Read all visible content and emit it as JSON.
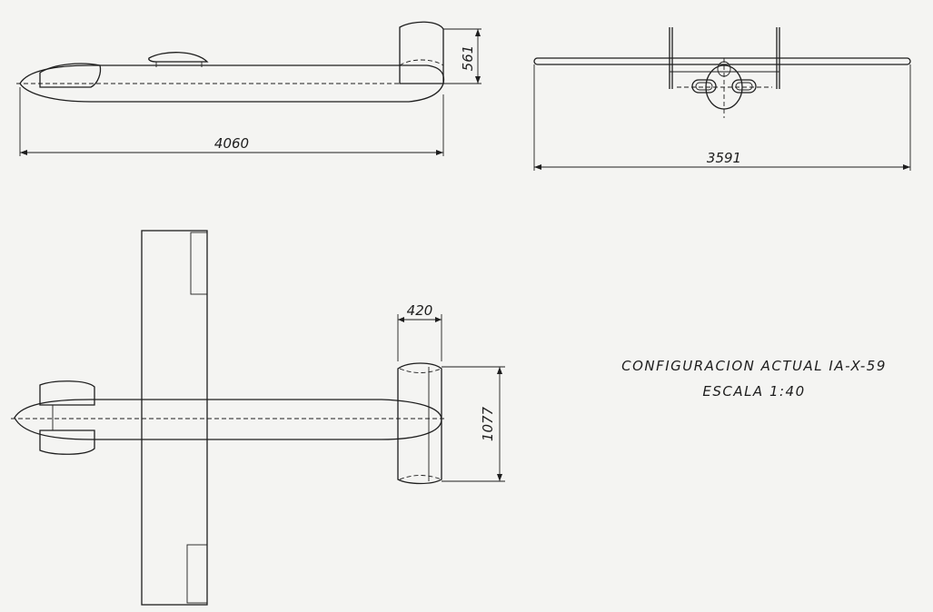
{
  "drawing": {
    "title_line1": "CONFIGURACION  ACTUAL   IA-X-59",
    "title_line2": "ESCALA 1:40",
    "dimensions": {
      "side_length": "4060",
      "tail_height": "561",
      "span": "3591",
      "tail_chord": "420",
      "tail_span": "1077"
    }
  }
}
